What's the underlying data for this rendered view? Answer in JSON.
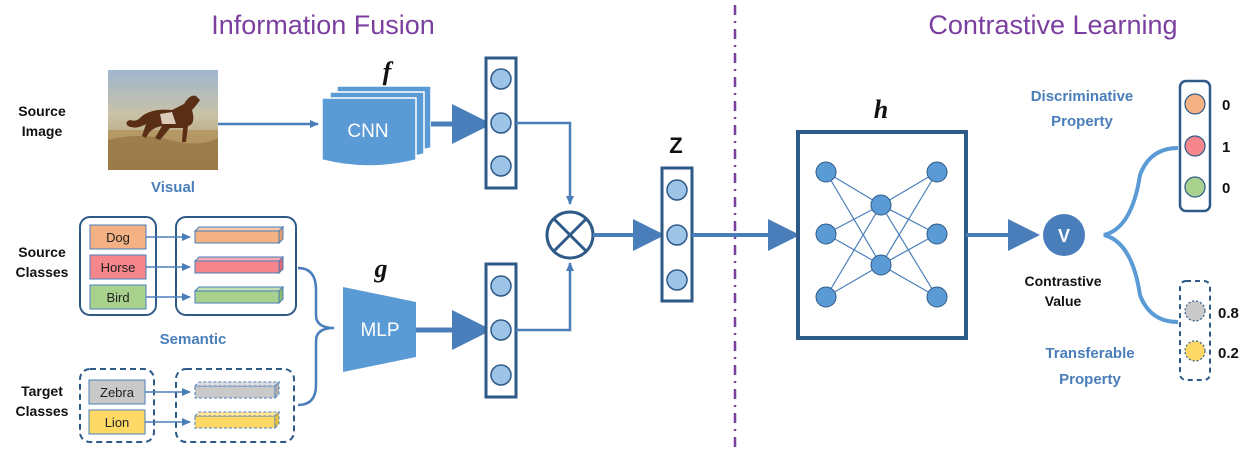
{
  "sections": {
    "left_title": "Information Fusion",
    "right_title": "Contrastive Learning"
  },
  "labels": {
    "source_image": [
      "Source",
      "Image"
    ],
    "visual": "Visual",
    "source_classes": [
      "Source",
      "Classes"
    ],
    "target_classes": [
      "Target",
      "Classes"
    ],
    "semantic": "Semantic",
    "discriminative": [
      "Discriminative",
      "Property"
    ],
    "transferable": [
      "Transferable",
      "Property"
    ],
    "contrastive_value": [
      "Contrastive",
      "Value"
    ]
  },
  "source_classes": [
    {
      "name": "Dog",
      "color": "#F4B183"
    },
    {
      "name": "Horse",
      "color": "#F4868C"
    },
    {
      "name": "Bird",
      "color": "#A9D18E"
    }
  ],
  "target_classes": [
    {
      "name": "Zebra",
      "color": "#C9C9C9"
    },
    {
      "name": "Lion",
      "color": "#FFD966"
    }
  ],
  "blocks": {
    "cnn": "CNN",
    "mlp": "MLP",
    "f": "f",
    "g": "g",
    "h": "h",
    "z": "Z",
    "v": "V"
  },
  "discriminative_values": [
    {
      "value": "0",
      "color": "#F4B183"
    },
    {
      "value": "1",
      "color": "#F4868C"
    },
    {
      "value": "0",
      "color": "#A9D18E"
    }
  ],
  "transferable_values": [
    {
      "value": "0.8",
      "color": "#C9C9C9"
    },
    {
      "value": "0.2",
      "color": "#FFD966"
    }
  ],
  "colors": {
    "accent_blue": "#4A7EBB",
    "dark_blue": "#3A5F8A",
    "node_fill": "#9DC3E6",
    "title_purple": "#7B3FA0"
  }
}
